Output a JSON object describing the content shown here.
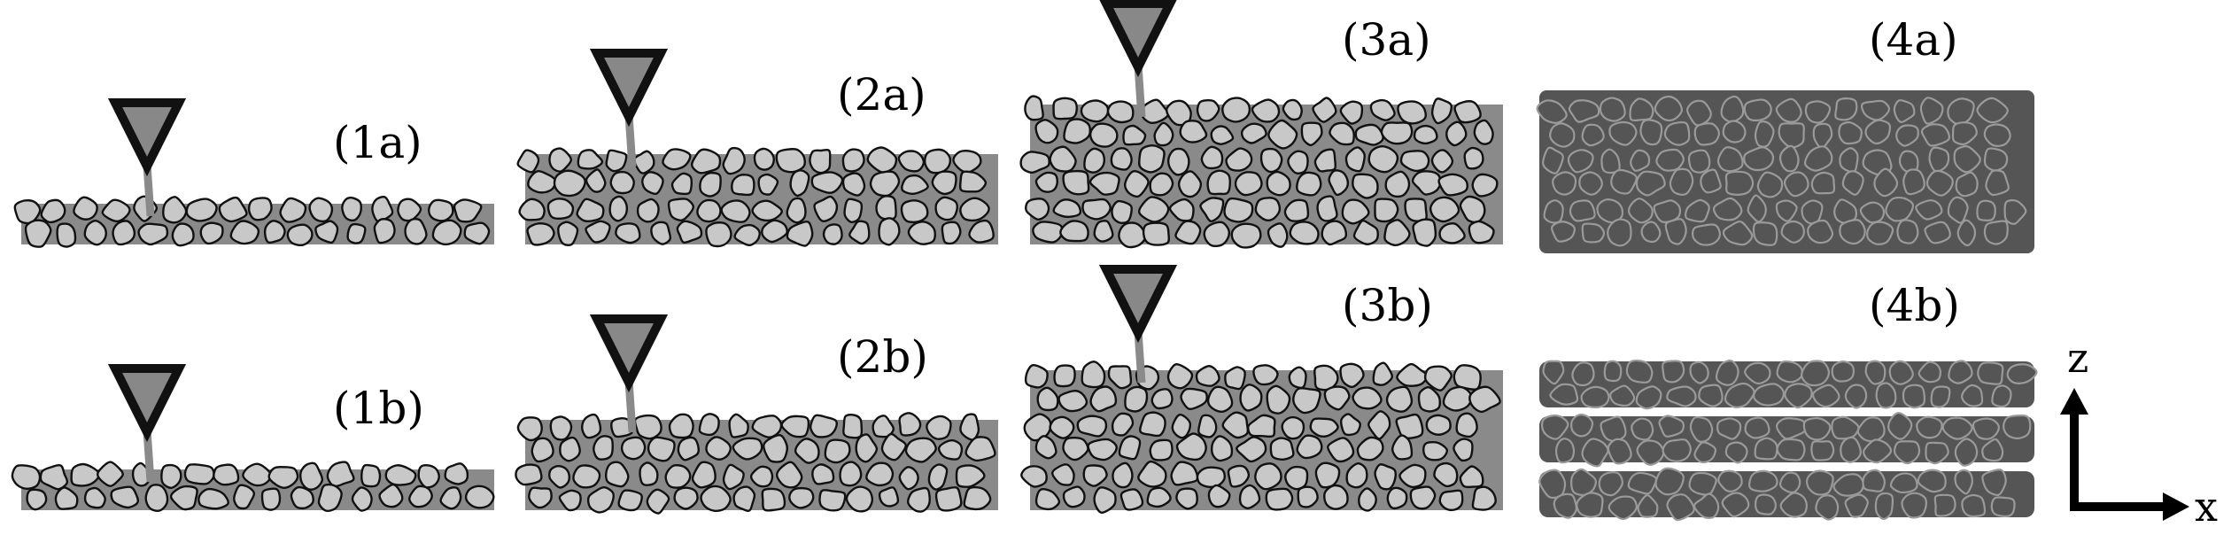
{
  "panels": [
    {
      "id": "1a",
      "label": "(1a)",
      "stage": 1,
      "layers": 1,
      "fused": false
    },
    {
      "id": "2a",
      "label": "(2a)",
      "stage": 2,
      "layers": 2,
      "fused": false
    },
    {
      "id": "3a",
      "label": "(3a)",
      "stage": 3,
      "layers": 3,
      "fused": false
    },
    {
      "id": "4a",
      "label": "(4a)",
      "stage": 4,
      "layers": 3,
      "fused": true,
      "separated": false
    },
    {
      "id": "1b",
      "label": "(1b)",
      "stage": 1,
      "layers": 1,
      "fused": false
    },
    {
      "id": "2b",
      "label": "(2b)",
      "stage": 2,
      "layers": 2,
      "fused": false
    },
    {
      "id": "3b",
      "label": "(3b)",
      "stage": 3,
      "layers": 3,
      "fused": false
    },
    {
      "id": "4b",
      "label": "(4b)",
      "stage": 4,
      "layers": 3,
      "fused": true,
      "separated": true
    }
  ],
  "axes": {
    "z_label": "z",
    "x_label": "x"
  },
  "colors": {
    "particle_fill": "#c8c8c8",
    "particle_stroke": "#111111",
    "binder": "#8a8a8a",
    "fused_fill": "#555555",
    "fused_outline": "#9a9a9a",
    "nozzle_fill": "#888888",
    "nozzle_stroke": "#111111",
    "text": "#000000"
  },
  "icons": {
    "nozzle": "inverted-triangle-icon",
    "axes": "axis-arrows-icon"
  }
}
